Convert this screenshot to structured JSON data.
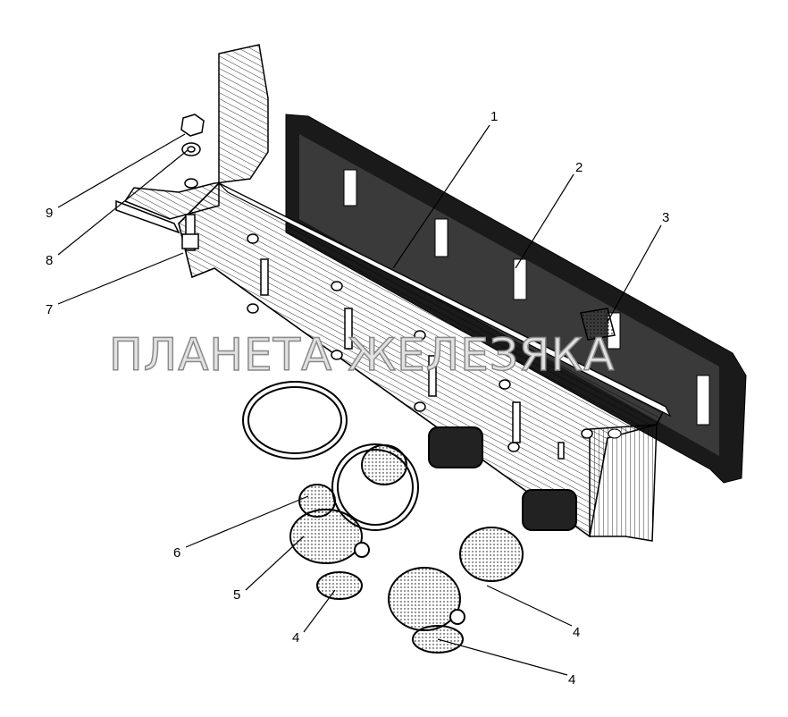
{
  "diagram": {
    "watermark": "ПЛАНЕТА ЖЕЛЕЗЯКА",
    "callouts": [
      {
        "id": "c1",
        "text": "1"
      },
      {
        "id": "c2",
        "text": "2"
      },
      {
        "id": "c3",
        "text": "3"
      },
      {
        "id": "c9",
        "text": "9"
      },
      {
        "id": "c8",
        "text": "8"
      },
      {
        "id": "c7",
        "text": "7"
      },
      {
        "id": "c6",
        "text": "6"
      },
      {
        "id": "c5",
        "text": "5"
      },
      {
        "id": "c4a",
        "text": "4"
      },
      {
        "id": "c4b",
        "text": "4"
      },
      {
        "id": "c4c",
        "text": "4"
      }
    ]
  }
}
